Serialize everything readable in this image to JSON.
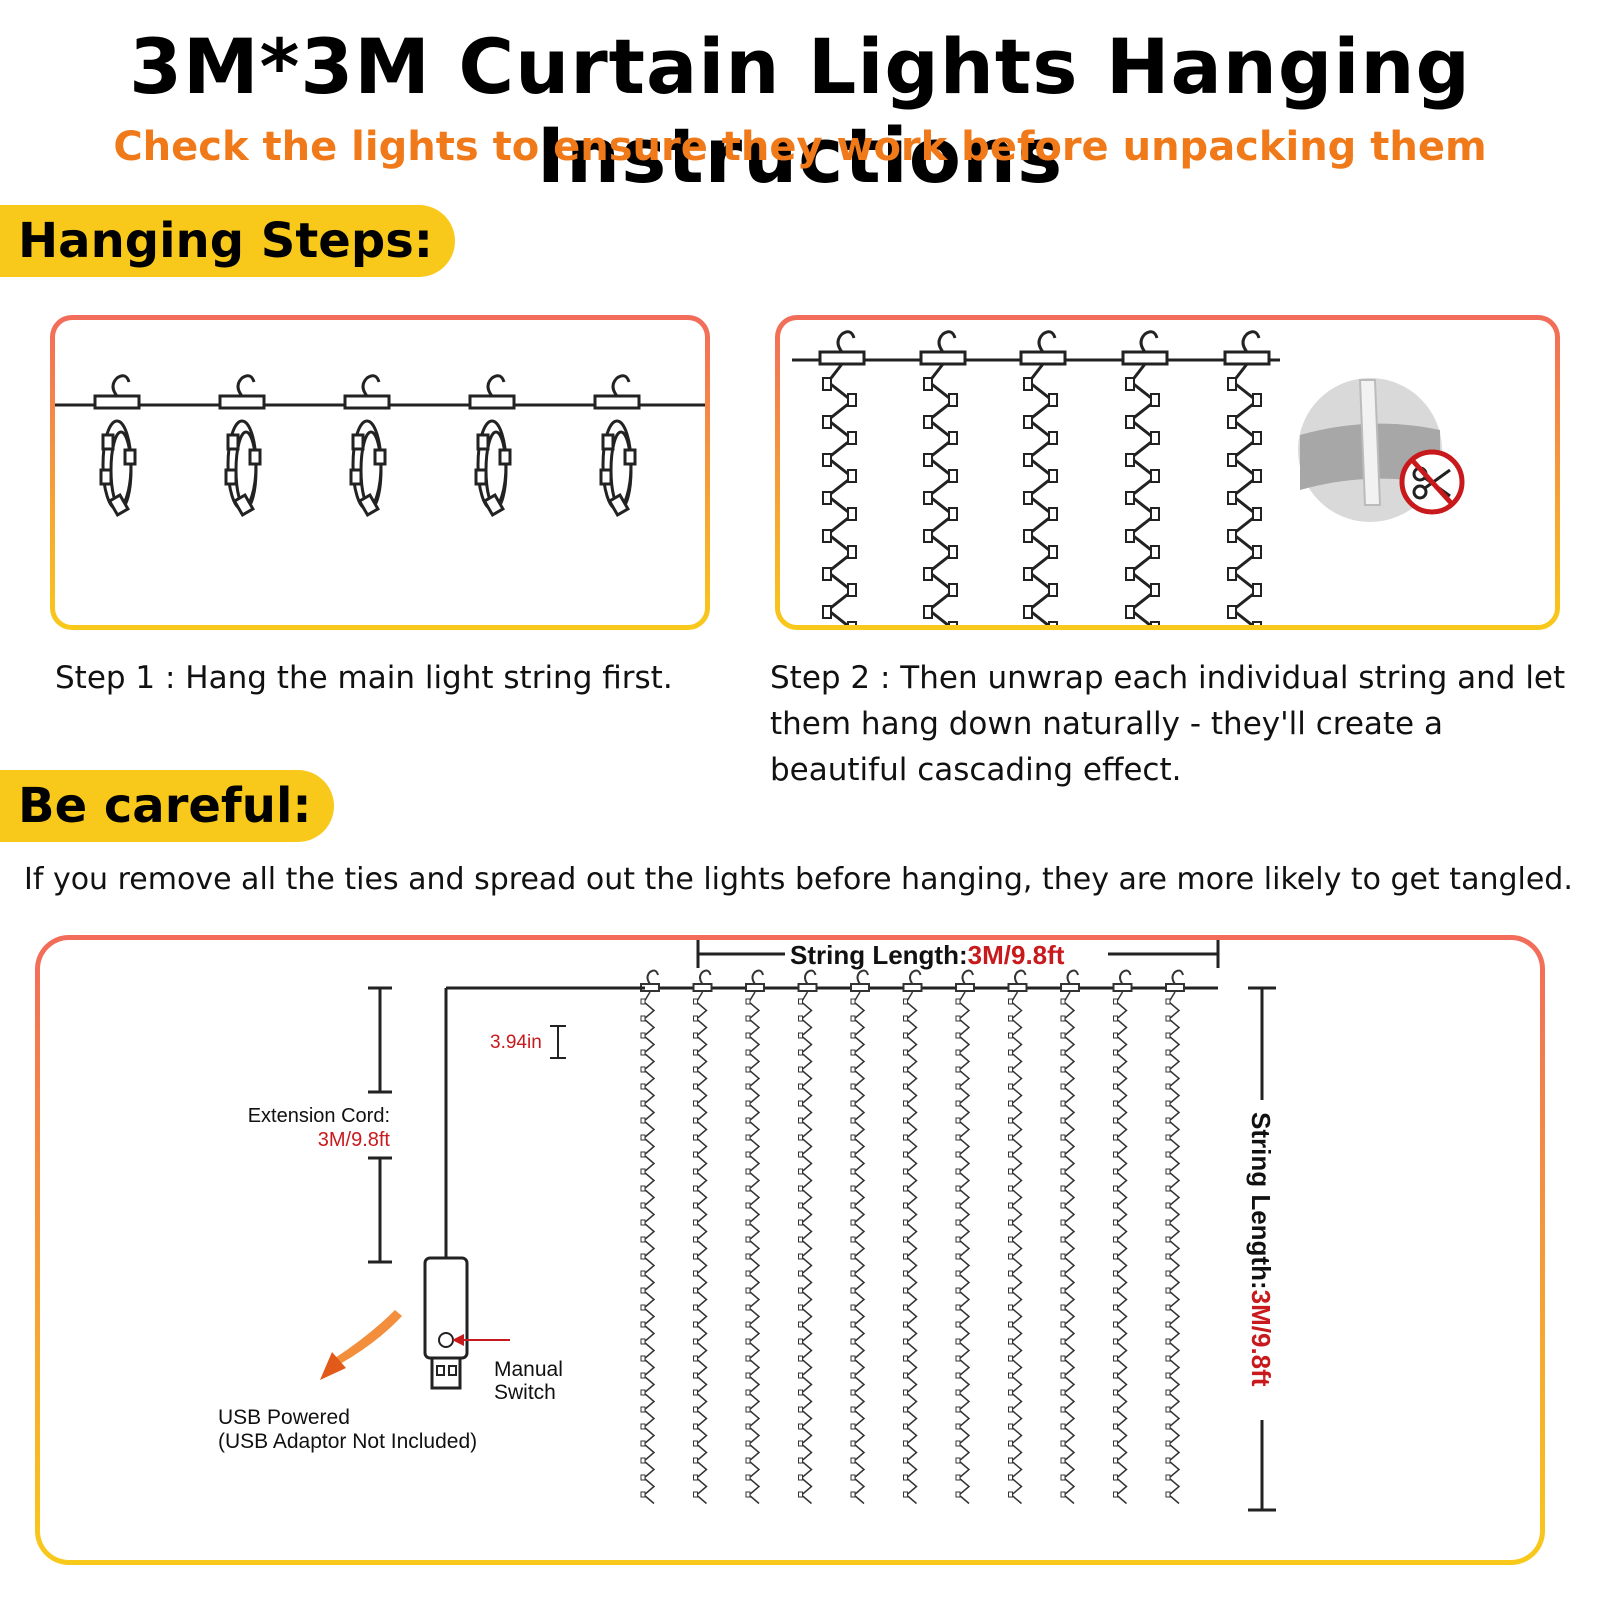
{
  "title": "3M*3M Curtain Lights Hanging Instructions",
  "subtitle": "Check the lights to ensure they work before unpacking them",
  "sections": {
    "hanging_label": "Hanging Steps:",
    "careful_label": "Be careful:"
  },
  "steps": [
    {
      "text": "Step 1 : Hang the main light string first."
    },
    {
      "text": "Step 2 : Then unwrap each individual string and let them hang down naturally - they'll create a beautiful cascading effect."
    }
  ],
  "careful_text": "If you remove all the ties and spread out the lights before hanging, they are more likely to get tangled.",
  "diagram": {
    "string_length_label": "String Length:",
    "string_length_value": "3M/9.8ft",
    "spacing_value": "3.94in",
    "extension_label": "Extension Cord:",
    "extension_value": "3M/9.8ft",
    "switch_label_1": "Manual",
    "switch_label_2": "Switch",
    "usb_label_1": "USB Powered",
    "usb_label_2": "(USB Adaptor Not Included)",
    "string_count": 11
  },
  "colors": {
    "accent_orange": "#f07a1a",
    "tag_yellow": "#f8c91a",
    "frame_top": "#f26b5b",
    "frame_bottom": "#f8c91a",
    "value_red": "#c8191c"
  }
}
